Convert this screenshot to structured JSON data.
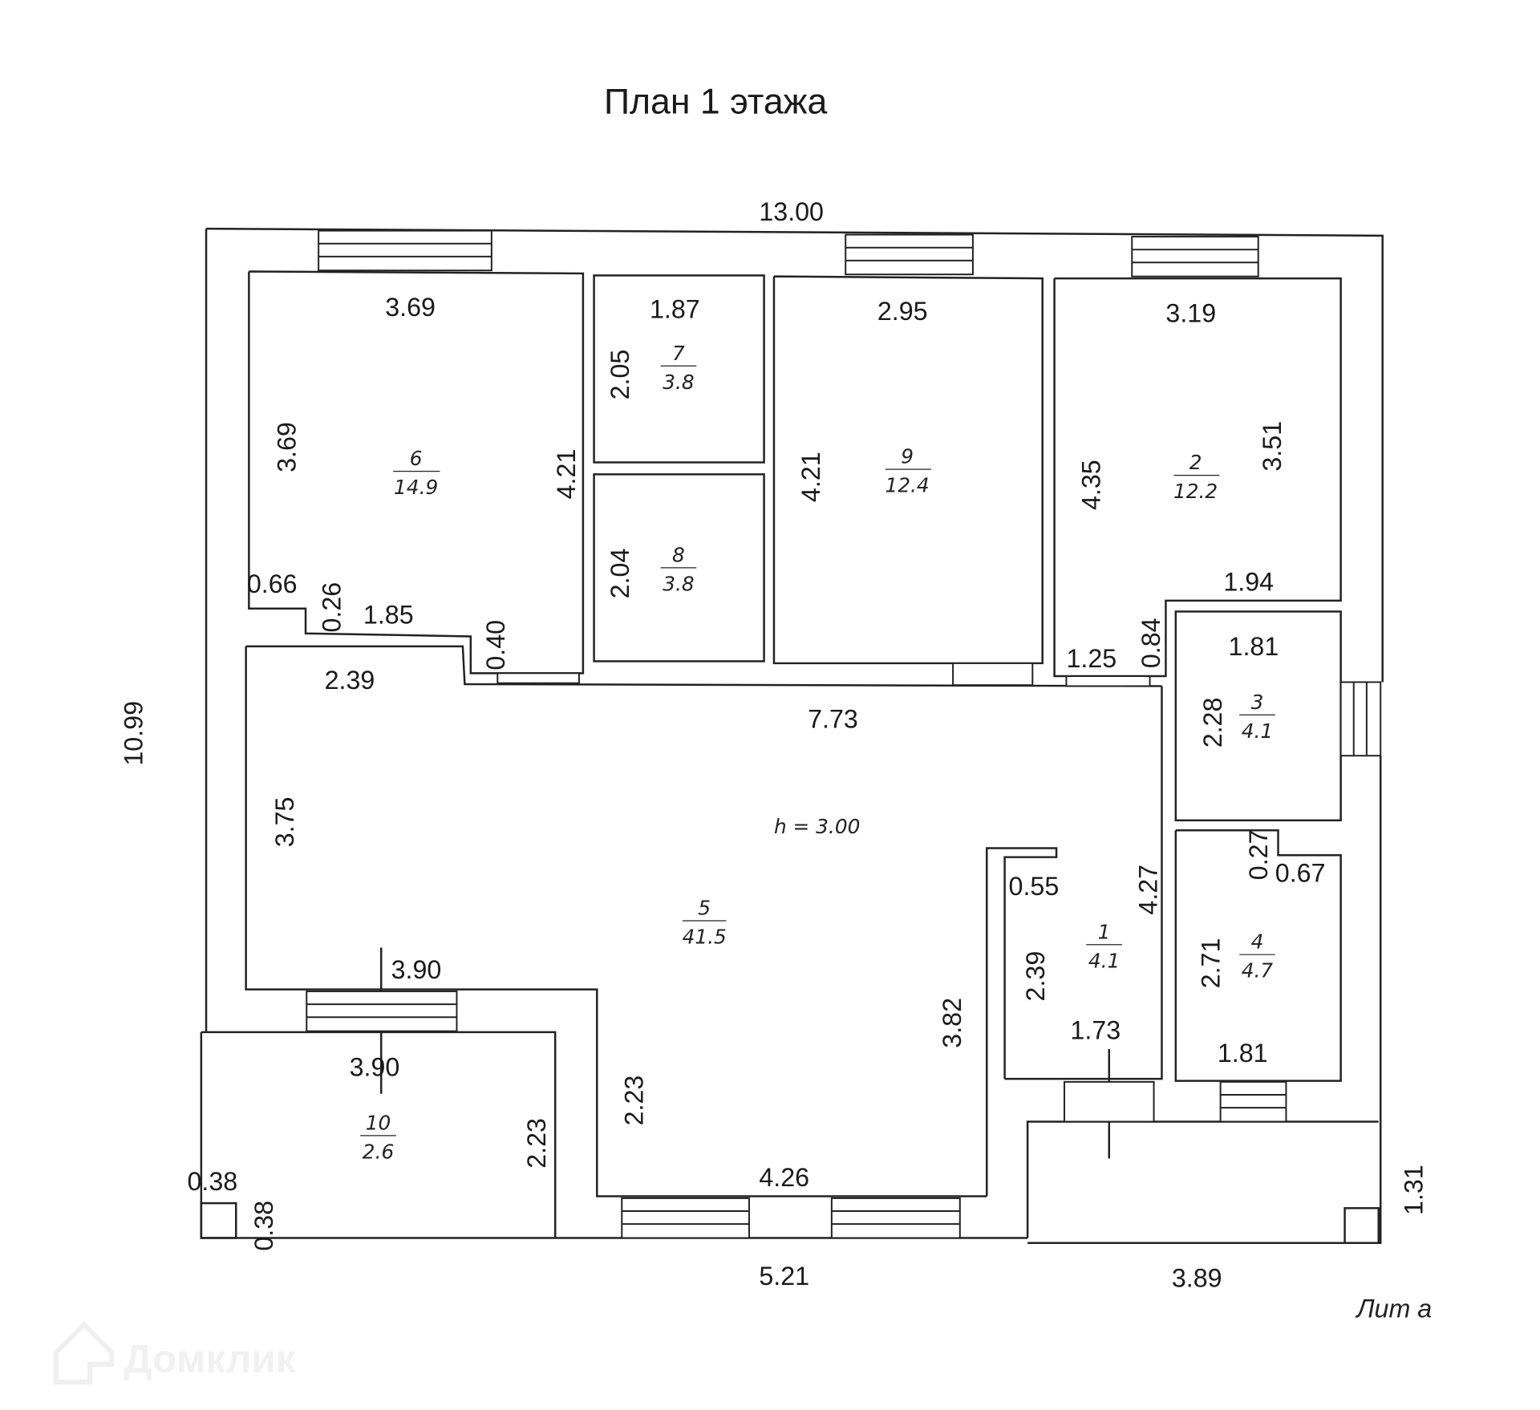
{
  "title": "План 1 этажа",
  "height_note": "h = 3.00",
  "litera": "Лит а",
  "watermark": "Домклик",
  "rooms": [
    {
      "number": "6",
      "area": "14.9"
    },
    {
      "number": "7",
      "area": "3.8"
    },
    {
      "number": "8",
      "area": "3.8"
    },
    {
      "number": "9",
      "area": "12.4"
    },
    {
      "number": "2",
      "area": "12.2"
    },
    {
      "number": "3",
      "area": "4.1"
    },
    {
      "number": "4",
      "area": "4.7"
    },
    {
      "number": "1",
      "area": "4.1"
    },
    {
      "number": "5",
      "area": "41.5"
    },
    {
      "number": "10",
      "area": "2.6"
    }
  ],
  "dimensions": [
    "13.00",
    "10.99",
    "3.69",
    "3.69",
    "4.21",
    "0.66",
    "0.26",
    "1.85",
    "0.40",
    "1.87",
    "2.05",
    "2.04",
    "2.95",
    "4.21",
    "3.19",
    "4.35",
    "3.51",
    "1.94",
    "1.25",
    "0.84",
    "1.81",
    "2.28",
    "0.27",
    "0.67",
    "2.71",
    "1.81",
    "2.39",
    "7.73",
    "3.75",
    "4.27",
    "0.55",
    "2.39",
    "1.73",
    "3.90",
    "3.90",
    "3.82",
    "2.23",
    "2.23",
    "0.38",
    "0.38",
    "4.26",
    "1.31",
    "5.21",
    "3.89"
  ]
}
